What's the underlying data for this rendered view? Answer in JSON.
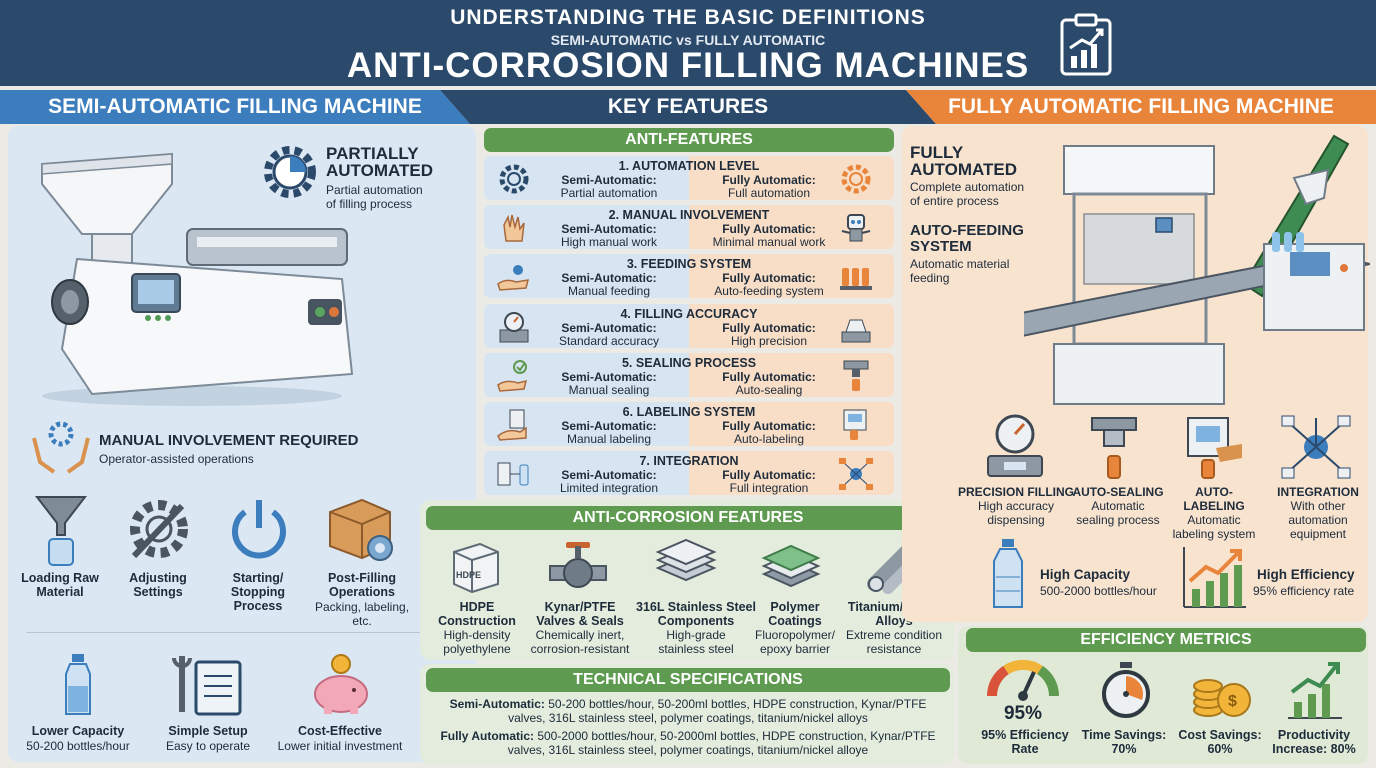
{
  "header": {
    "line1": "UNDERSTANDING THE BASIC DEFINITIONS",
    "line2": "SEMI-AUTOMATIC vs FULLY AUTOMATIC",
    "line3": "ANTI-CORROSION FILLING MACHINES"
  },
  "banners": {
    "left": "SEMI-AUTOMATIC FILLING MACHINE",
    "middle": "KEY FEATURES",
    "right": "FULLY AUTOMATIC FILLING MACHINE"
  },
  "semi": {
    "partial_title1": "PARTIALLY",
    "partial_title2": "AUTOMATED",
    "partial_desc1": "Partial automation",
    "partial_desc2": "of filling process",
    "manual_title": "MANUAL INVOLVEMENT REQUIRED",
    "manual_desc": "Operator-assisted operations",
    "steps": [
      {
        "l1": "Loading Raw",
        "l2": "Material",
        "d1": "",
        "d2": ""
      },
      {
        "l1": "Adjusting",
        "l2": "Settings",
        "d1": "",
        "d2": ""
      },
      {
        "l1": "Starting/",
        "l2": "Stopping",
        "l3": "Process"
      },
      {
        "l1": "Post-Filling",
        "l2": "Operations",
        "d1": "Packing, labeling,",
        "d2": "etc."
      }
    ],
    "bottom": [
      {
        "t": "Lower Capacity",
        "d": "50-200 bottles/hour"
      },
      {
        "t": "Simple Setup",
        "d": "Easy to operate"
      },
      {
        "t": "Cost-Effective",
        "d": "Lower initial investment"
      }
    ]
  },
  "features": {
    "anti_title": "ANTI-FEATURES",
    "semi_label": "Semi-Automatic:",
    "full_label": "Fully Automatic:",
    "items": [
      {
        "title": "1. AUTOMATION LEVEL",
        "semi": "Partial automation",
        "full": "Full automation"
      },
      {
        "title": "2. MANUAL INVOLVEMENT",
        "semi": "High manual work",
        "full": "Minimal manual work"
      },
      {
        "title": "3. FEEDING SYSTEM",
        "semi": "Manual feeding",
        "full": "Auto-feeding system"
      },
      {
        "title": "4. FILLING ACCURACY",
        "semi": "Standard accuracy",
        "full": "High precision"
      },
      {
        "title": "5. SEALING PROCESS",
        "semi": "Manual sealing",
        "full": "Auto-sealing"
      },
      {
        "title": "6. LABELING SYSTEM",
        "semi": "Manual labeling",
        "full": "Auto-labeling"
      },
      {
        "title": "7. INTEGRATION",
        "semi": "Limited integration",
        "full": "Full integration"
      }
    ]
  },
  "anticorrosion": {
    "title": "ANTI-CORROSION FEATURES",
    "hdpe_icon_text": "HDPE",
    "items": [
      {
        "t1": "HDPE",
        "t2": "Construction",
        "d1": "High-density",
        "d2": "polyethylene"
      },
      {
        "t1": "Kynar/PTFE",
        "t2": "Valves & Seals",
        "d1": "Chemically inert,",
        "d2": "corrosion-resistant"
      },
      {
        "t1": "316L Stainless Steel",
        "t2": "Components",
        "d1": "High-grade",
        "d2": "stainless steel"
      },
      {
        "t1": "Polymer",
        "t2": "Coatings",
        "d1": "Fluoropolymer/",
        "d2": "epoxy barrier"
      },
      {
        "t1": "Titanium/Nickel",
        "t2": "Alloys",
        "d1": "Extreme condition",
        "d2": "resistance"
      }
    ]
  },
  "tech": {
    "title": "TECHNICAL SPECIFICATIONS",
    "semi_label": "Semi-Automatic:",
    "semi_l1": " 50-200 bottles/hour, 50-200ml bottles, HDPE construction, Kynar/PTFE",
    "semi_l2": "valves, 316L stainless steel, polymer coatings, titanium/nickel alloys",
    "full_label": "Fully Automatic:",
    "full_l1": " 500-2000 bottles/hour, 50-2000ml bottles, HDPE construction, Kynar/PTFE",
    "full_l2": "valves, 316L stainless steel, polymer coatings, titanium/nickel alloye"
  },
  "full": {
    "auto_t1": "FULLY",
    "auto_t2": "AUTOMATED",
    "auto_d1": "Complete automation",
    "auto_d2": "of entire process",
    "feed_t1": "AUTO-FEEDING",
    "feed_t2": "SYSTEM",
    "feed_d1": "Automatic material",
    "feed_d2": "feeding",
    "caps": [
      {
        "t": "PRECISION FILLING",
        "d1": "High accuracy",
        "d2": "dispensing"
      },
      {
        "t": "AUTO-SEALING",
        "d1": "Automatic",
        "d2": "sealing process"
      },
      {
        "t": "AUTO-LABELING",
        "d1": "Automatic",
        "d2": "labeling system"
      },
      {
        "t": "INTEGRATION",
        "d1": "With other",
        "d2": "automation",
        "d3": "equipment"
      }
    ],
    "capacity_t": "High Capacity",
    "capacity_d": "500-2000 bottles/hour",
    "eff_t": "High Efficiency",
    "eff_d": "95% efficiency rate"
  },
  "metrics": {
    "title": "EFFICIENCY METRICS",
    "gauge_value": "95%",
    "items": [
      {
        "l1": "95% Efficiency",
        "l2": "Rate"
      },
      {
        "l1": "Time Savings:",
        "l2": "70%"
      },
      {
        "l1": "Cost Savings:",
        "l2": "60%"
      },
      {
        "l1": "Productivity",
        "l2": "Increase: 80%"
      }
    ]
  }
}
